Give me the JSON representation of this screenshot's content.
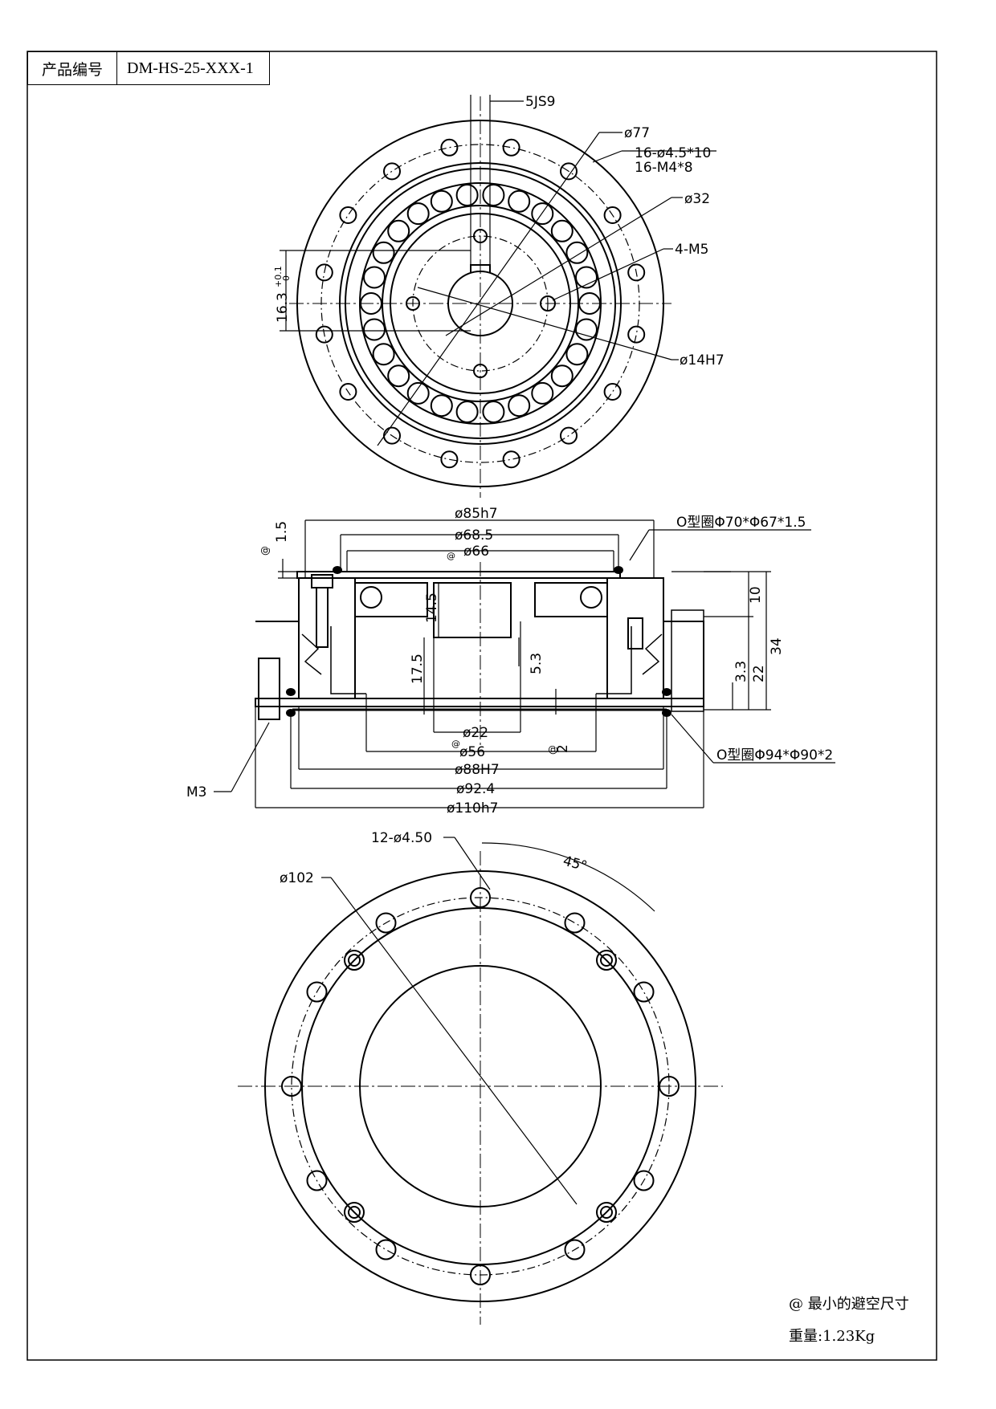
{
  "title_block": {
    "label": "产品编号",
    "value": "DM-HS-25-XXX-1"
  },
  "top_view": {
    "dims": {
      "keyway": "5JS9",
      "d77": "ø77",
      "holes_a": "16-ø4.5*10",
      "holes_b": "16-M4*8",
      "d32": "ø32",
      "m5": "4-M5",
      "d14": "ø14H7",
      "keyheight": "16.3",
      "keytol_up": "+0.1",
      "keytol_down": "0"
    }
  },
  "section_view": {
    "dims": {
      "d85": "ø85h7",
      "d68": "ø68.5",
      "d66": "ø66",
      "d22": "ø22",
      "d56": "ø56",
      "d88": "ø88H7",
      "d92": "ø92.4",
      "d110": "ø110h7",
      "v1_5": "1.5",
      "v14_5": "14.5",
      "v17_5": "17.5",
      "v5_3": "5.3",
      "v2": "2",
      "v10": "10",
      "v34": "34",
      "v22": "22",
      "v3_3": "3.3",
      "m3": "M3",
      "oring1": "O型圈Φ70*Φ67*1.5",
      "oring2": "O型圈Φ94*Φ90*2",
      "at": "@"
    }
  },
  "bottom_view": {
    "dims": {
      "holes": "12-ø4.50",
      "d102": "ø102",
      "angle": "45°"
    }
  },
  "notes": {
    "min_clearance": "@ 最小的避空尺寸",
    "weight": "重量:1.23Kg"
  }
}
